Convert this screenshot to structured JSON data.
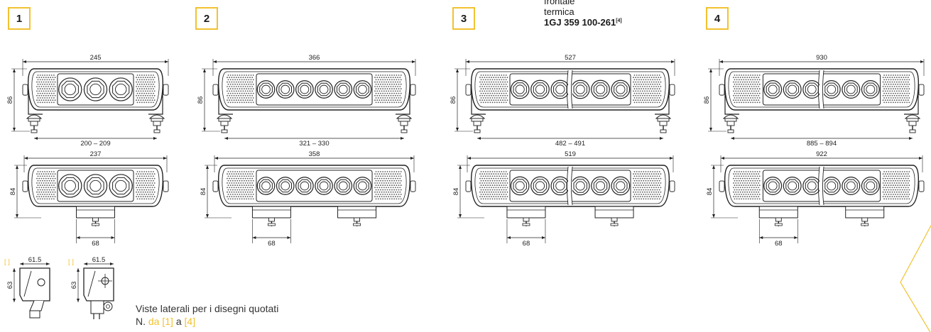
{
  "groups": [
    {
      "badge": "1",
      "upper_width": "245",
      "upper_height": "86",
      "upper_mount": "200 – 209",
      "lower_width": "237",
      "lower_height": "84",
      "lower_mount": "68"
    },
    {
      "badge": "2",
      "upper_width": "366",
      "upper_height": "86",
      "upper_mount": "321 – 330",
      "lower_width": "358",
      "lower_height": "84",
      "lower_mount": "68"
    },
    {
      "badge": "3",
      "upper_width": "527",
      "upper_height": "86",
      "upper_mount": "482 – 491",
      "lower_width": "519",
      "lower_height": "84",
      "lower_mount": "68"
    },
    {
      "badge": "4",
      "upper_width": "930",
      "upper_height": "86",
      "upper_mount": "885 – 894",
      "lower_width": "922",
      "lower_height": "84",
      "lower_mount": "68"
    }
  ],
  "label3": {
    "line1": "frontale",
    "line2": "termica",
    "code": "1GJ 359 100-261",
    "ref": "[4]"
  },
  "side_views": [
    {
      "width": "61.5",
      "height": "63",
      "bracket": "[ ]"
    },
    {
      "width": "61.5",
      "height": "63",
      "bracket": "[ ]"
    }
  ],
  "caption": {
    "line1": "Viste laterali per i disegni quotati",
    "prefix": "N.",
    "from_word": "da",
    "from_ref": "[1]",
    "mid": "a",
    "to_ref": "[4]"
  },
  "colors": {
    "accent": "#f2c230",
    "line": "#222222"
  }
}
